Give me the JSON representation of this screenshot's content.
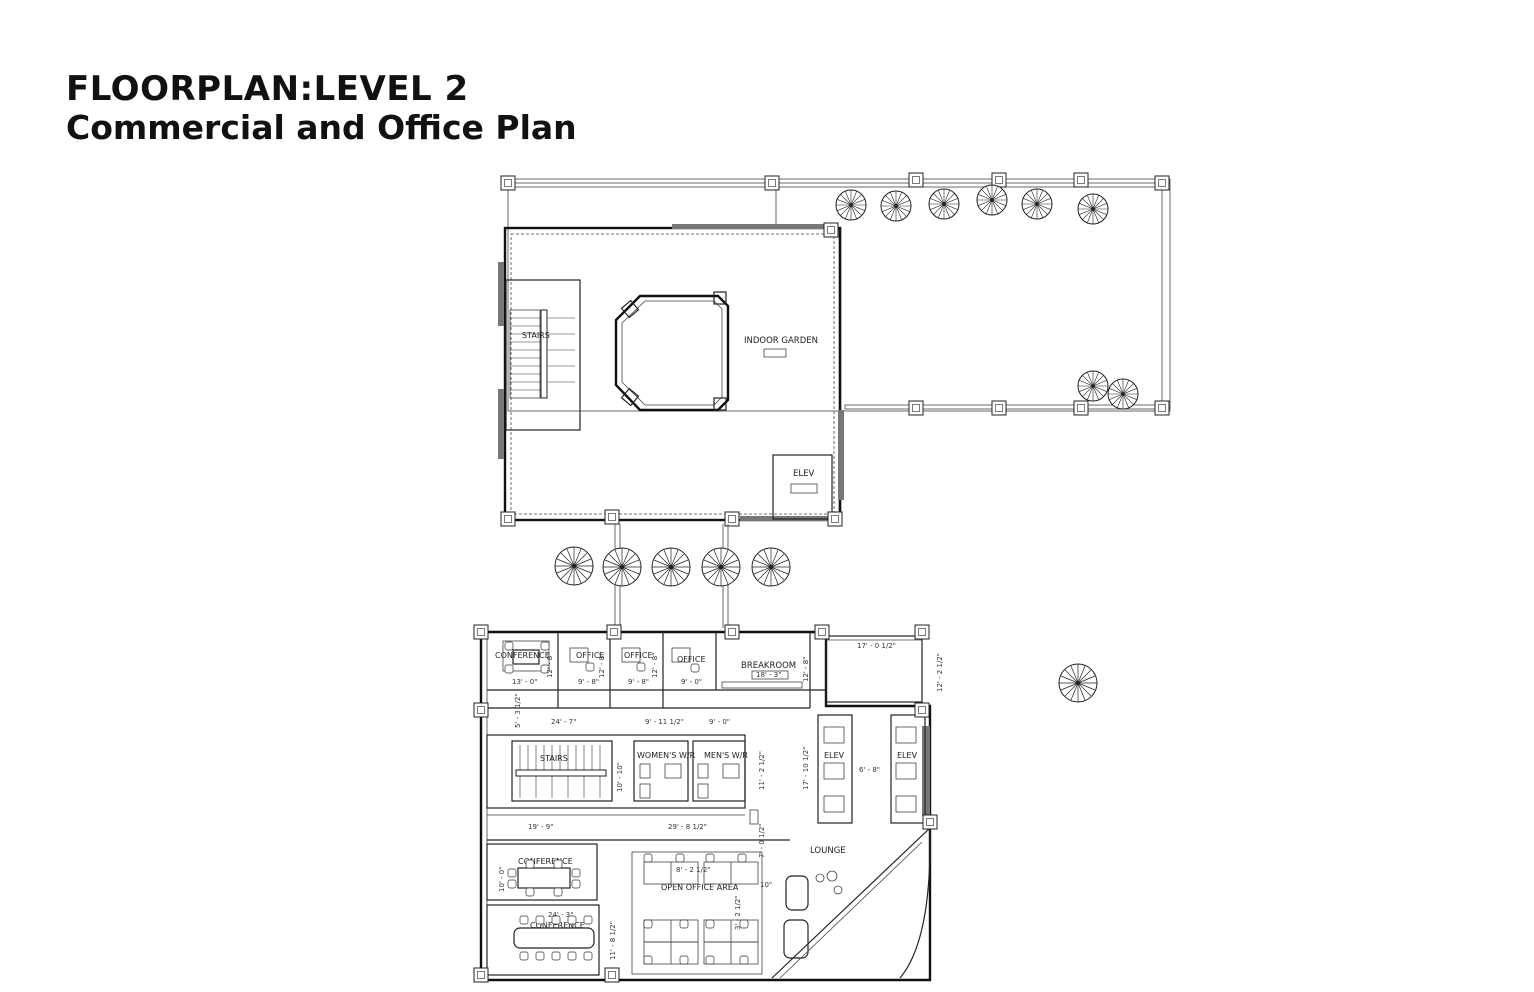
{
  "title": {
    "line1": "FLOORPLAN:LEVEL 2",
    "line2": "Commercial and Office Plan"
  },
  "rooms": {
    "indoor_garden": "INDOOR GARDEN",
    "elev_top": "ELEV",
    "stair_top": "STAIRS",
    "conference_1": "CONFERENCE",
    "office_1": "OFFICE",
    "office_2": "OFFICE",
    "office_3": "OFFICE",
    "breakroom": "BREAKROOM",
    "stairs_bottom": "STAIRS",
    "womens_wr": "WOMEN'S W/R",
    "mens_wr": "MEN'S W/R",
    "elev_left": "ELEV",
    "elev_right": "ELEV",
    "lounge": "LOUNGE",
    "conference_2": "CONFERENCE",
    "open_office": "OPEN OFFICE AREA",
    "conference_3": "CONFERENCE"
  },
  "dimensions": {
    "conf1_w": "13' - 0\"",
    "conf1_h": "12' - 8\"",
    "office1_w": "9' - 8\"",
    "office1_h": "12' - 8\"",
    "office2_w": "9' - 8\"",
    "office2_h": "12' - 8\"",
    "office3_w": "9' - 0\"",
    "breakroom_w": "18' - 3\"",
    "breakroom_h": "12' - 8\"",
    "right_wing_w": "17' - 0 1/2\"",
    "right_wing_h": "12' - 2 1/2\"",
    "corridor_h": "5' - 3 1/2\"",
    "corr_w1": "24' - 7\"",
    "corr_w2": "9' - 11 1/2\"",
    "corr_w3": "9' - 0\"",
    "stairs_h": "10' - 10\"",
    "wr_h": "11' - 2 1/2\"",
    "elev_h": "17' - 10 1/2\"",
    "elev_gap": "6' - 8\"",
    "lower_w1": "19' - 9\"",
    "lower_w2": "29' - 8 1/2\"",
    "lower_h": "7' - 0 1/2\"",
    "conf2_h": "10' - 0\"",
    "open_w": "8' - 2 1/2\"",
    "open_gap": "10\"",
    "open_h": "3' - 2 1/2\"",
    "conf3_w": "24' - 3\"",
    "conf3_h": "11' - 8 1/2\""
  },
  "colors": {
    "ink": "#222222",
    "background": "#ffffff"
  }
}
